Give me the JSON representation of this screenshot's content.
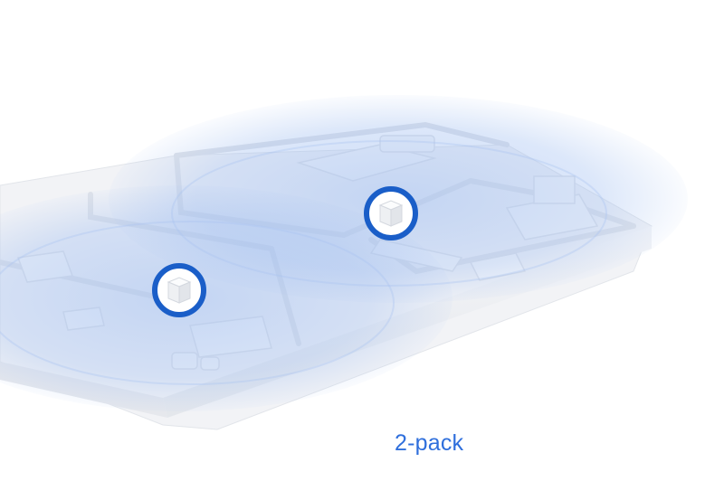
{
  "label": {
    "text": "2-pack"
  },
  "colors": {
    "accent": "#2f6fdc",
    "badge_ring": "#1a5ec8",
    "coverage": "#8fb3ee",
    "wall": "#eef0f4",
    "floor": "#f5f6f9",
    "shadow": "#dfe2e8"
  },
  "devices": [
    {
      "name": "mesh-unit",
      "icon": "router-cube-icon"
    },
    {
      "name": "mesh-unit",
      "icon": "router-cube-icon"
    }
  ]
}
